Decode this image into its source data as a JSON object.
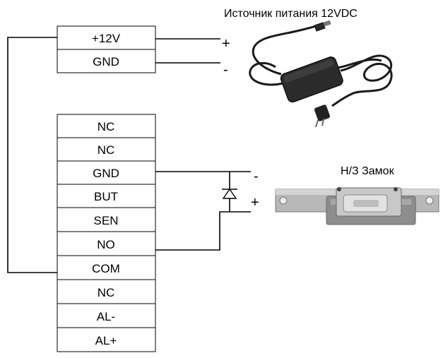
{
  "power_supply": {
    "title": "Источник питания 12VDC",
    "plus_sign": "+",
    "minus_sign": "-"
  },
  "power_terminals": [
    "+12V",
    "GND"
  ],
  "main_terminals": [
    "NC",
    "NC",
    "GND",
    "BUT",
    "SEN",
    "NO",
    "COM",
    "NC",
    "AL-",
    "AL+"
  ],
  "lock": {
    "title": "Н/З Замок",
    "minus_sign": "-",
    "plus_sign": "+"
  }
}
